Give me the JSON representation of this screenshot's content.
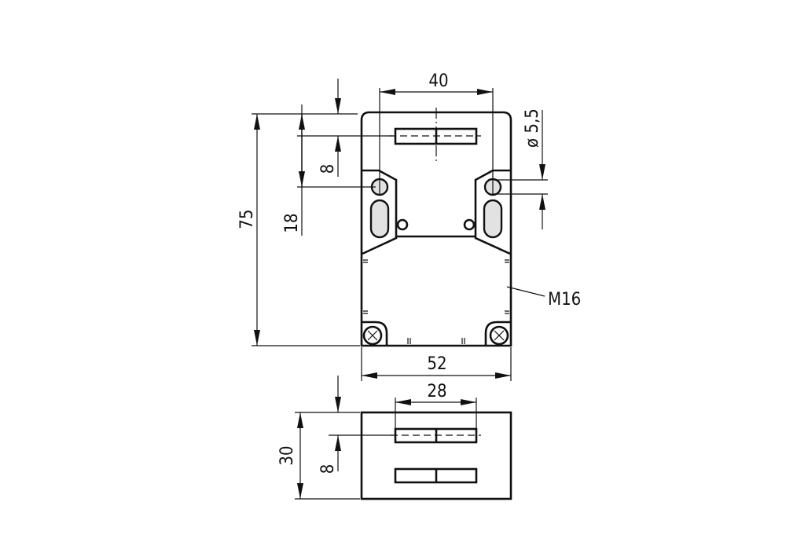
{
  "drawing": {
    "top_view": {
      "dim_width_holes": "40",
      "dim_hole_diameter": "ø 5,5",
      "dim_height": "75",
      "dim_hole_offset": "18",
      "dim_slot_offset": "8",
      "dim_width": "52",
      "thread_label": "M16"
    },
    "side_view": {
      "dim_slot_width": "28",
      "dim_height": "30",
      "dim_slot_offset": "8"
    }
  }
}
